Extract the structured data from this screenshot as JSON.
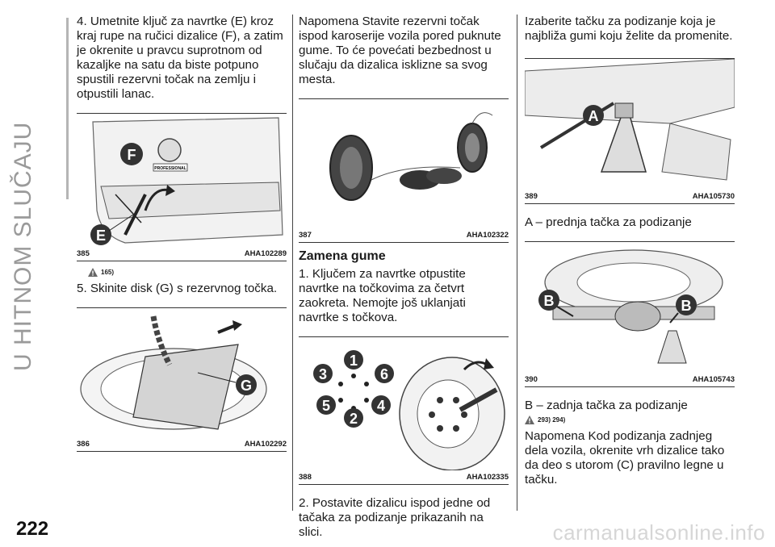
{
  "side_title": "U HITNOM SLUČAJU",
  "page_number": "222",
  "watermark": "carmanualsonline.info",
  "col1": {
    "step4": "4. Umetnite ključ za navrtke (E) kroz kraj rupe na ručici dizalice (F), a zatim je okrenite u pravcu suprotnom od kazaljke na satu da biste potpuno spustili rezervni točak na zemlju i otpustili lanac.",
    "fig385": {
      "num": "385",
      "code": "AHA102289",
      "callouts": [
        "F",
        "E"
      ],
      "badge": "PROFESSIONAL"
    },
    "warn_ref": "165)",
    "step5": "5. Skinite disk (G) s rezervnog točka.",
    "fig386": {
      "num": "386",
      "code": "AHA102292",
      "callouts": [
        "G"
      ]
    }
  },
  "col2": {
    "note": "Napomena Stavite rezervni točak ispod karoserije vozila pored puknute gume. To će povećati bezbednost u slučaju da dizalica isklizne sa svog mesta.",
    "fig387": {
      "num": "387",
      "code": "AHA102322"
    },
    "heading": "Zamena gume",
    "step1": "1. Ključem za navrtke otpustite navrtke na točkovima za četvrt zaokreta. Nemojte još uklanjati navrtke s točkova.",
    "fig388": {
      "num": "388",
      "code": "AHA102335",
      "callouts": [
        "1",
        "2",
        "3",
        "4",
        "5",
        "6"
      ]
    },
    "step2": "2. Postavite dizalicu ispod jedne od tačaka za podizanje prikazanih na slici."
  },
  "col3": {
    "intro": "Izaberite tačku za podizanje koja je najbliža gumi koju želite da promenite.",
    "fig389": {
      "num": "389",
      "code": "AHA105730",
      "callouts": [
        "A"
      ]
    },
    "label_a": "A – prednja tačka za podizanje",
    "fig390": {
      "num": "390",
      "code": "AHA105743",
      "callouts": [
        "B",
        "B"
      ]
    },
    "label_b": "B – zadnja tačka za podizanje",
    "warn_ref": "293) 294)",
    "note": "Napomena Kod podizanja zadnjeg dela vozila, okrenite vrh dizalice tako da deo s utorom (C) pravilno legne u tačku."
  }
}
